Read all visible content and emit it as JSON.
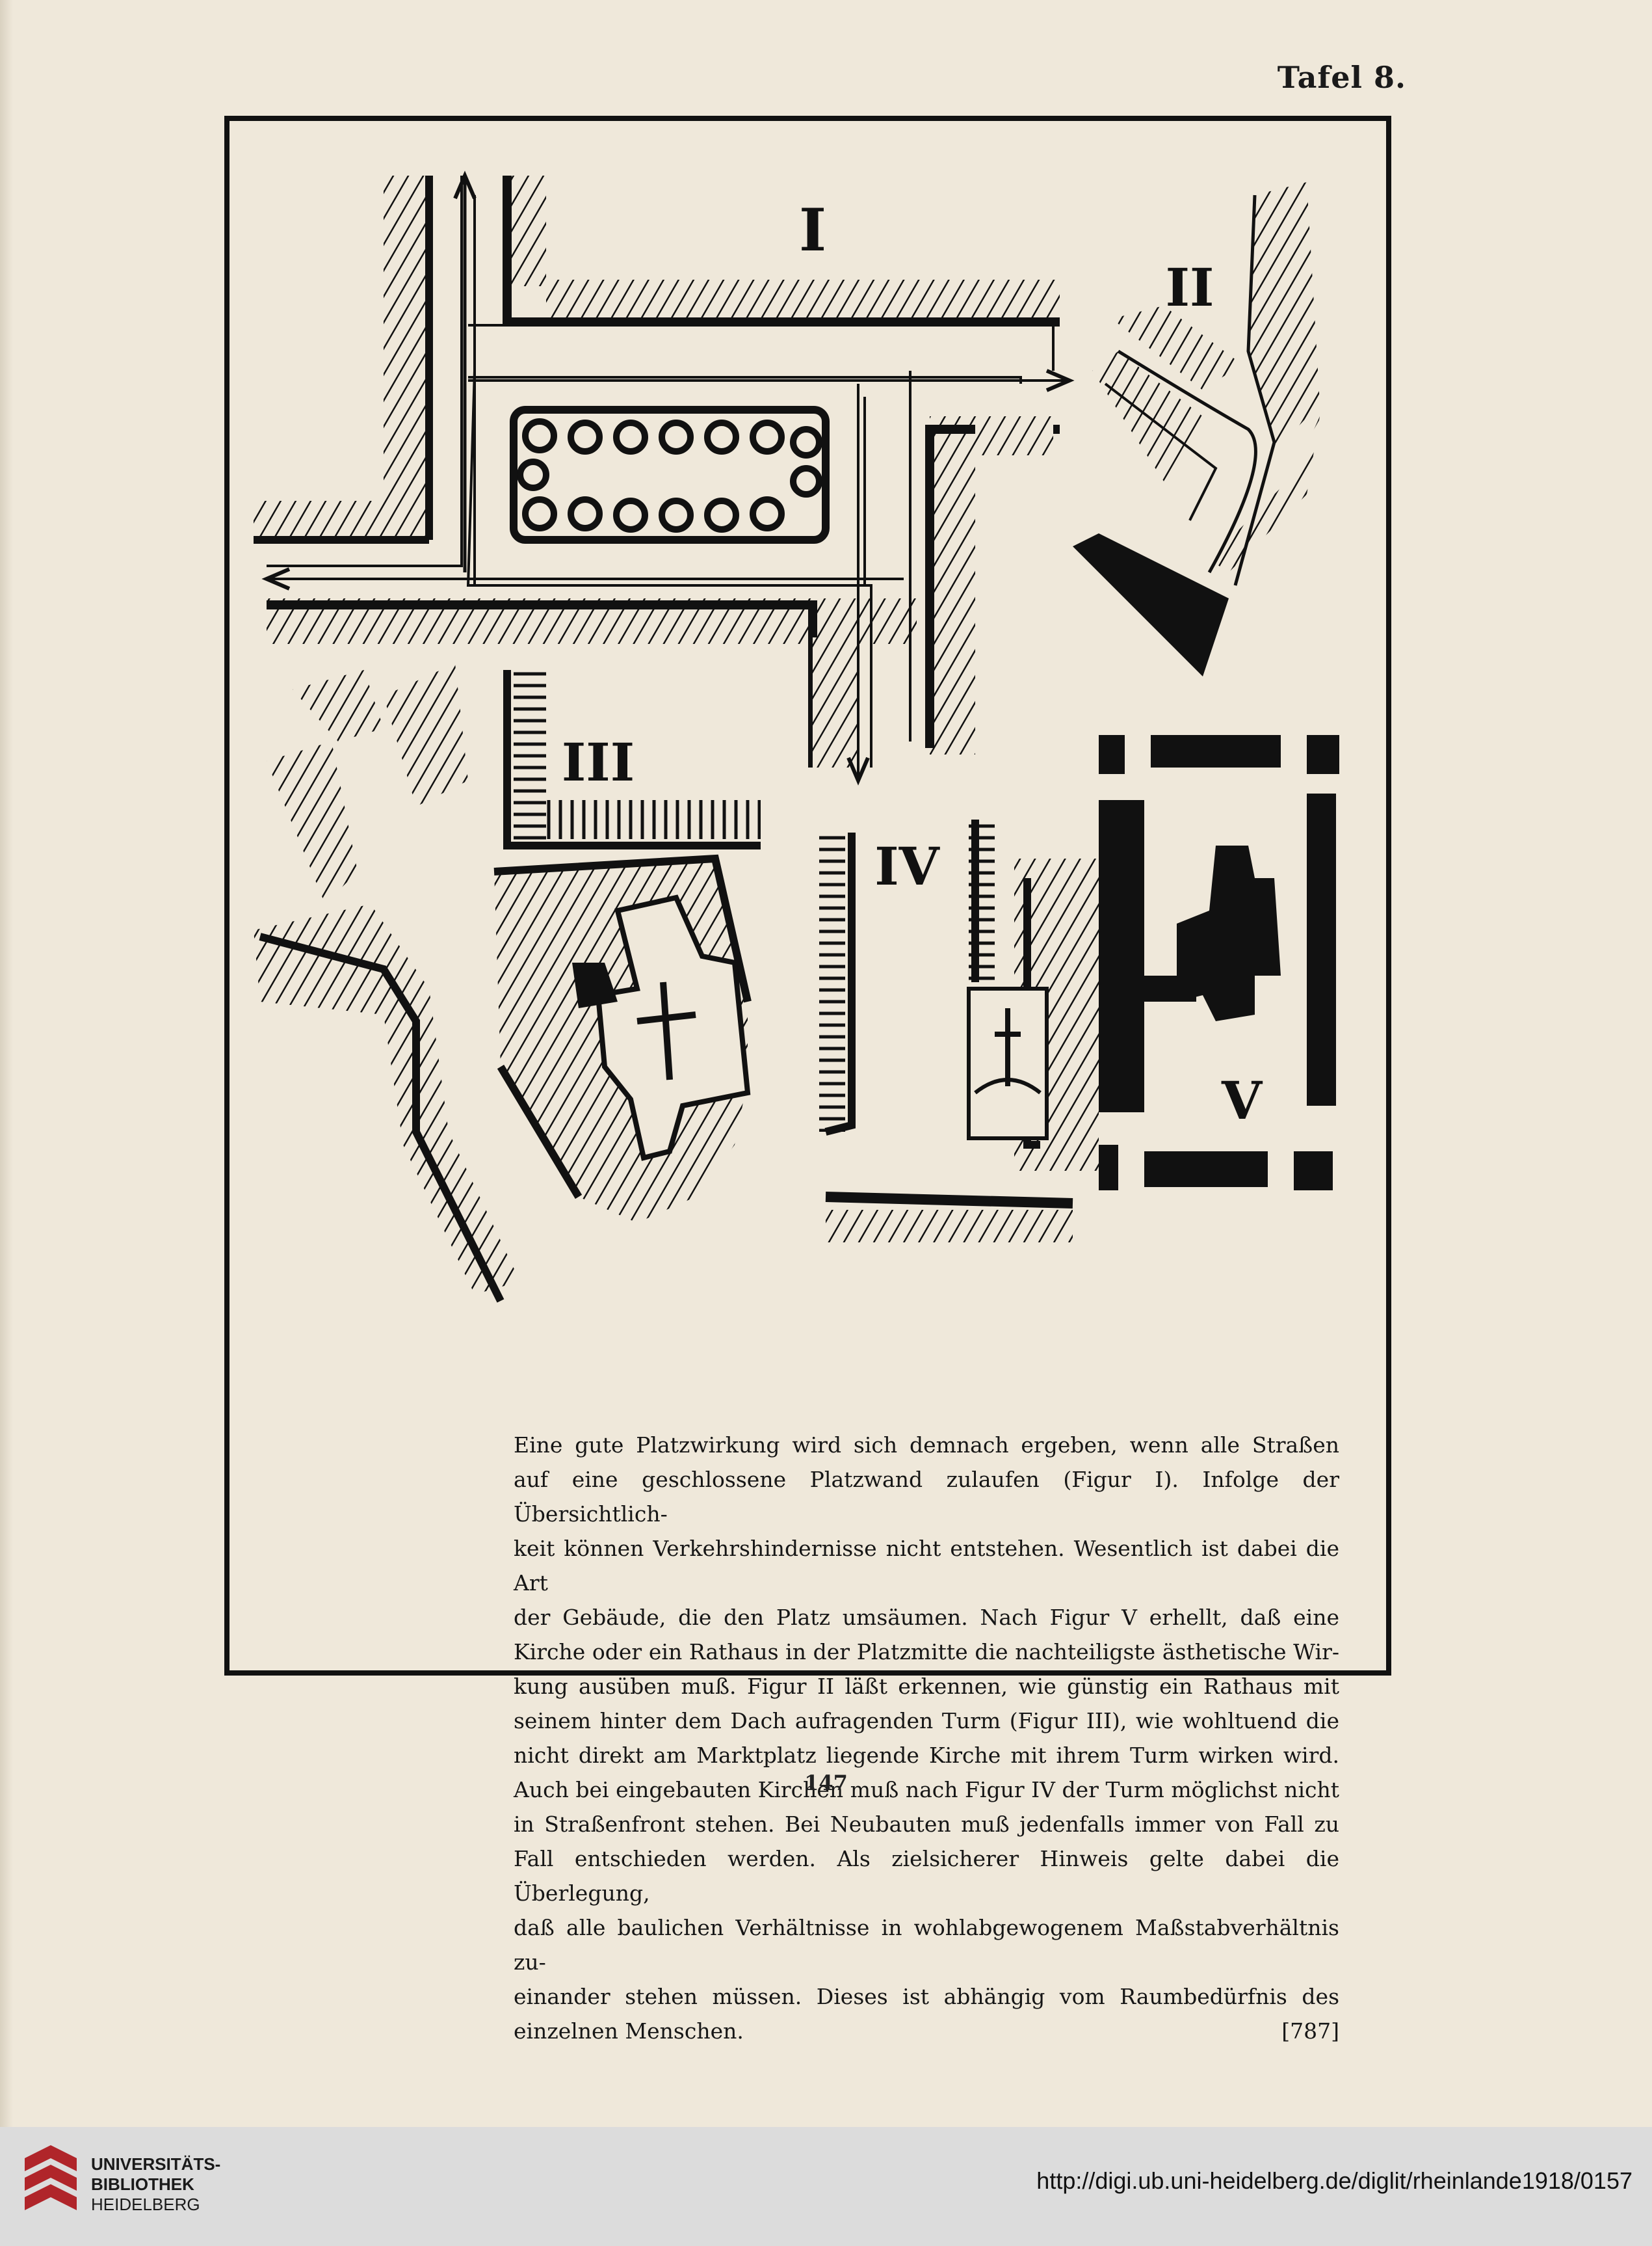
{
  "plate_label": "Tafel 8.",
  "figure_labels": {
    "fig1": "I",
    "fig2": "II",
    "fig3": "III",
    "fig4": "IV",
    "fig5": "V"
  },
  "caption_lines": [
    "Eine gute Platzwirkung wird sich demnach ergeben, wenn alle Straßen",
    "auf eine geschlossene Platzwand zulaufen (Figur I). Infolge der Übersichtlich-",
    "keit können Verkehrshindernisse nicht entstehen. Wesentlich ist dabei die Art",
    "der Gebäude, die den Platz umsäumen. Nach Figur V erhellt, daß eine",
    "Kirche oder ein Rathaus in der Platzmitte die nachteiligste ästhetische Wir-",
    "kung ausüben muß. Figur II läßt erkennen, wie günstig ein Rathaus mit",
    "seinem hinter dem Dach aufragenden Turm (Figur III), wie wohltuend die",
    "nicht direkt am Marktplatz liegende Kirche mit ihrem Turm wirken wird.",
    "Auch bei eingebauten Kirchen muß nach Figur IV der Turm möglichst nicht",
    "in Straßenfront stehen. Bei Neubauten muß jedenfalls immer von Fall zu",
    "Fall entschieden werden. Als zielsicherer Hinweis gelte dabei die Überlegung,",
    "daß alle baulichen Verhältnisse in wohlabgewogenem Maßstabverhältnis zu-",
    "einander stehen müssen. Dieses ist abhängig vom Raumbedürfnis des",
    "einzelnen Menschen."
  ],
  "caption_ref": "[787]",
  "page_number": "147",
  "footer": {
    "library_line1": "UNIVERSITÄTS-",
    "library_line2": "BIBLIOTHEK",
    "library_line3": "HEIDELBERG",
    "url": "http://digi.ub.uni-heidelberg.de/diglit/rheinlande1918/0157"
  },
  "colors": {
    "paper": "#efe8da",
    "ink": "#111111",
    "footer_bg": "#dcdcdc",
    "logo_red": "#b0252a"
  }
}
